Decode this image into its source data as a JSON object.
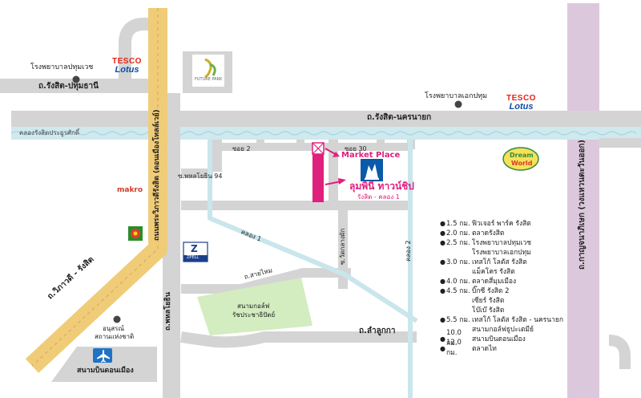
{
  "labels": {
    "hospital_pathumwet": "โรงพยาบาลปทุมเวช",
    "tesco_left_1": "TESCO",
    "tesco_left_2": "Lotus",
    "future_park": "FUTURE PARK",
    "road_rangsit_pathum": "ถ.รังสิต-ปทุมธานี",
    "hospital_ekpathum": "โรงพยาบาลเอกปทุม",
    "tesco_right_1": "TESCO",
    "tesco_right_2": "Lotus",
    "road_rangsit_nakhon": "ถ.รังสิต-นครนายก",
    "canal_rangsit": "คลองรังสิตประยูรศักดิ์",
    "soi2": "ซอย 2",
    "soi30": "ซอย 30",
    "market_place": "Market Place",
    "soi_phahon94": "ซ.พหลโยธิน 94",
    "lumpini_name": "ลุมพินี ทาวน์ชิป",
    "lumpini_sub": "รังสิต - คลอง 1",
    "dream_world_1": "Dream",
    "dream_world_2": "World",
    "makro": "makro",
    "road_vibhavadi_main": "ถนนพระวิภาวดีรังสิต (ดอนเมืองโทลล์เวย์)",
    "khlong1": "คลอง 1",
    "khlong2": "คลอง 2",
    "soi_watklang": "ซ.วัดกลางผัก",
    "road_kanchanaphisek": "ถ.กาญจนาภิเษก (วงแหวนตะวันออก)",
    "road_vibhavadi_rangsit": "ถ.วิภาวดี - รังสิต",
    "road_phahon": "ถ.พหลโยธิน",
    "road_saimai": "ถ.สายไหม",
    "golf_1": "สนามกอล์ฟ",
    "golf_2": "รัชประชาธิปัตย์",
    "road_lamlukka": "ถ.ลำลูกกา",
    "monument_1": "อนุสรณ์",
    "monument_2": "สถานแห่งชาติ",
    "airport": "สนามบินดอนเมือง",
    "zpell_1": "Z",
    "zpell_2": "ZPELL"
  },
  "legend": [
    {
      "bullet": "●",
      "dist": "1.5 กม.",
      "place": "ฟิวเจอร์ พาร์ค รังสิต"
    },
    {
      "bullet": "●",
      "dist": "2.0 กม.",
      "place": "ตลาดรังสิต"
    },
    {
      "bullet": "●",
      "dist": "2.5 กม.",
      "place": "โรงพยาบาลปทุมเวช"
    },
    {
      "bullet": "",
      "dist": "",
      "place": "โรงพยาบาลเอกปทุม"
    },
    {
      "bullet": "●",
      "dist": "3.0 กม.",
      "place": "เทสโก้ โลตัส รังสิต"
    },
    {
      "bullet": "",
      "dist": "",
      "place": "แม็คโคร รังสิต"
    },
    {
      "bullet": "●",
      "dist": "4.0 กม.",
      "place": "ตลาดสี่มุมเมือง"
    },
    {
      "bullet": "●",
      "dist": "4.5 กม.",
      "place": "บิ๊กซี รังสิต 2"
    },
    {
      "bullet": "",
      "dist": "",
      "place": "เซียร์ รังสิต"
    },
    {
      "bullet": "",
      "dist": "",
      "place": "โบ๊เบ๊ รังสิต"
    },
    {
      "bullet": "●",
      "dist": "5.5 กม.",
      "place": "เทสโก้ โลตัส รังสิต - นครนายก"
    },
    {
      "bullet": "",
      "dist": "",
      "place": "สนามกอล์ฟธูปะเตมีย์"
    },
    {
      "bullet": "●",
      "dist": "10.0 กม.",
      "place": "สนามบินดอนเมือง"
    },
    {
      "bullet": "●",
      "dist": "12.0 กม.",
      "place": "ตลาดไท"
    }
  ],
  "colors": {
    "road_gray": "#d4d4d4",
    "highway_yellow": "#f0cc78",
    "ring_road_lilac": "#dcc8dc",
    "canal_blue": "#cfe9ee",
    "khlong_blue": "#c9e6ec",
    "golf_green": "#d3ecc0",
    "site_pink": "#e0207d",
    "airport_blue": "#1f73c4"
  }
}
